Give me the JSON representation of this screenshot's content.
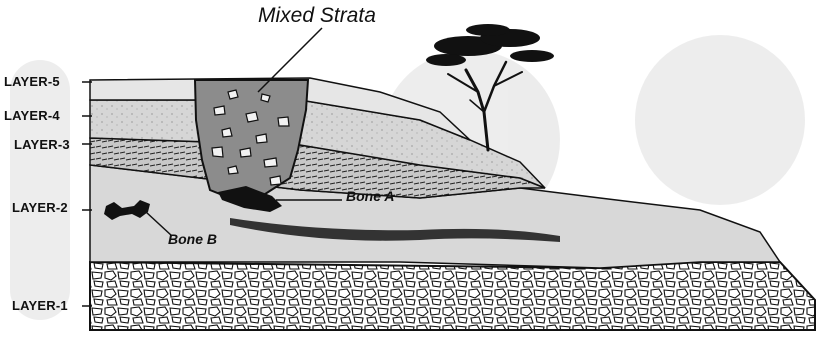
{
  "diagram": {
    "callouts": {
      "mixed_strata": "Mixed Strata",
      "bone_a": "Bone A",
      "bone_b": "Bone B"
    },
    "layers": [
      "LAYER-5",
      "LAYER-4",
      "LAYER-3",
      "LAYER-2",
      "LAYER-1"
    ],
    "colors": {
      "light_sediment": "#d8d8d8",
      "mid_sediment": "#bdbdbd",
      "pit_fill": "#8c8c8c",
      "bone": "#111111",
      "outline": "#111111",
      "background": "#ffffff"
    }
  }
}
